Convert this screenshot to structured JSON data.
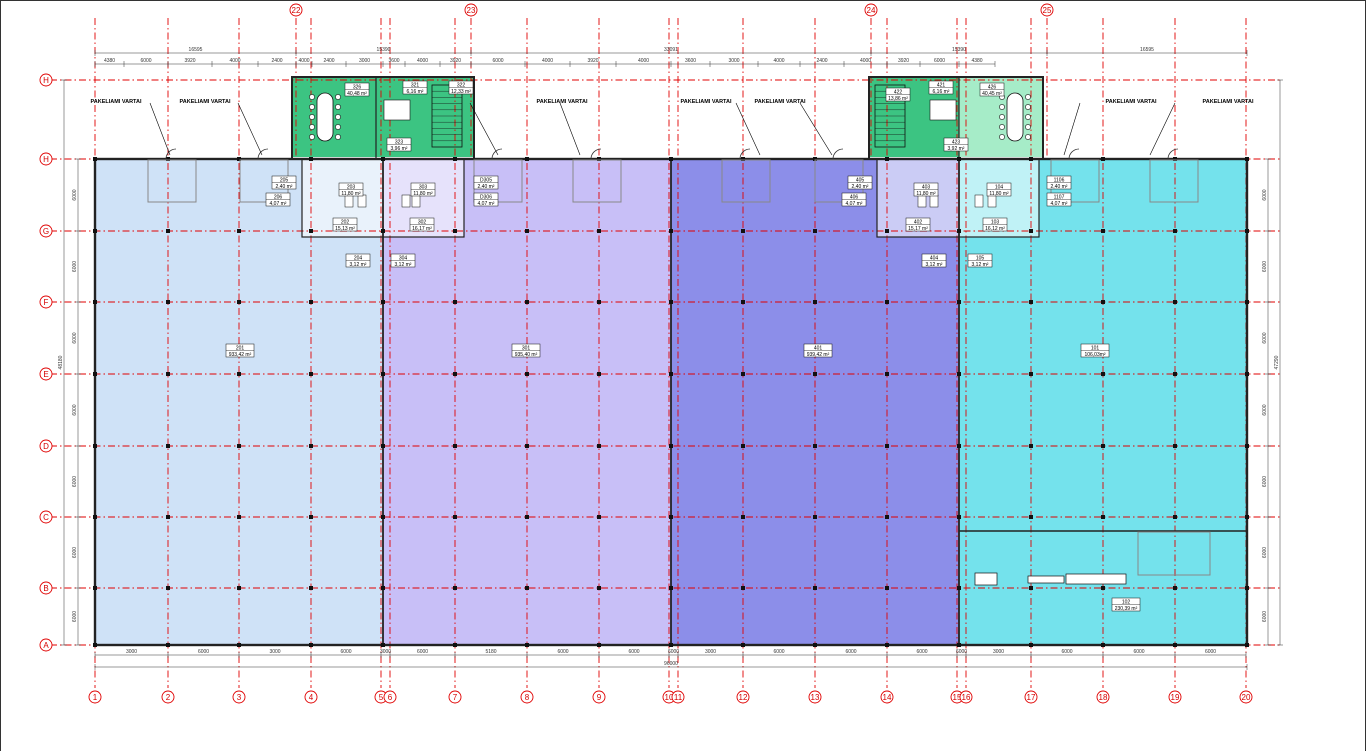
{
  "colors": {
    "grid": "#e00000",
    "unit_2": "#cfe2f7",
    "unit_3": "#c8bff7",
    "unit_4": "#8c8ee9",
    "unit_1": "#74e2ec",
    "office_dark": "#3cc482",
    "office_light": "#a6ecc8",
    "wall": "#222222"
  },
  "axes": {
    "top_circles": [
      "22",
      "23",
      "24",
      "25"
    ],
    "bottom": [
      "1",
      "2",
      "3",
      "4",
      "5",
      "6",
      "7",
      "8",
      "9",
      "10",
      "11",
      "12",
      "13",
      "14",
      "15",
      "16",
      "17",
      "18",
      "19",
      "20"
    ],
    "left": [
      "H",
      "H",
      "G",
      "F",
      "E",
      "D",
      "C",
      "B",
      "A"
    ]
  },
  "dimensions": {
    "top_totals": [
      "16595",
      "15390",
      "33091",
      "15390",
      "16595"
    ],
    "top_segments": [
      "4380",
      "6000",
      "3920",
      "4000",
      "2400",
      "4000",
      "2400",
      "3000",
      "3600",
      "4000",
      "3920",
      "6000",
      "4000",
      "3920",
      "4000",
      "3600",
      "3000",
      "4000",
      "2400",
      "4000",
      "3920",
      "6000",
      "4380"
    ],
    "bottom_segments": [
      "3000",
      "6000",
      "3000",
      "6000",
      "3000",
      "6000",
      "5180",
      "6000",
      "6000",
      "6000",
      "3000",
      "6000",
      "6000",
      "6000",
      "6000",
      "3000",
      "6000",
      "6000",
      "6000",
      "3000"
    ],
    "bottom_total": "96000",
    "left_segments": [
      "6000",
      "6000",
      "6000",
      "6000",
      "6000",
      "6000",
      "6000",
      "6000"
    ],
    "left_total": "48180",
    "right_total": "47290"
  },
  "gate_label": "PAKELIAMI VARTAI",
  "rooms": {
    "r201": {
      "num": "201",
      "area": "933,42 m²"
    },
    "r301": {
      "num": "301",
      "area": "935,40 m²"
    },
    "r401": {
      "num": "401",
      "area": "939,42 m²"
    },
    "r101": {
      "num": "101",
      "area": "106,03m²"
    },
    "r102": {
      "num": "102",
      "area": "230,39 m²"
    },
    "r205": {
      "num": "205",
      "area": "2,40 m²"
    },
    "r206": {
      "num": "206",
      "area": "4,07 m²"
    },
    "r203": {
      "num": "203",
      "area": "11,80 m²"
    },
    "r202": {
      "num": "202",
      "area": "15,13 m²"
    },
    "r204": {
      "num": "204",
      "area": "3,12 m²"
    },
    "r303": {
      "num": "303",
      "area": "11,80 m²"
    },
    "r302": {
      "num": "302",
      "area": "16,17 m²"
    },
    "r304": {
      "num": "304",
      "area": "3,12 m²"
    },
    "r305": {
      "num": "D305",
      "area": "2,40 m²"
    },
    "r306": {
      "num": "D306",
      "area": "4,07 m²"
    },
    "r405": {
      "num": "405",
      "area": "2,40 m²"
    },
    "r406": {
      "num": "406",
      "area": "4,07 m²"
    },
    "r403": {
      "num": "403",
      "area": "11,80 m²"
    },
    "r402": {
      "num": "402",
      "area": "15,17 m²"
    },
    "r404": {
      "num": "404",
      "area": "3,12 m²"
    },
    "r103": {
      "num": "103",
      "area": "16,12 m²"
    },
    "r104": {
      "num": "104",
      "area": "11,80 m²"
    },
    "r105": {
      "num": "105",
      "area": "3,12 m²"
    },
    "r106": {
      "num": "1106",
      "area": "2,40 m²"
    },
    "r107": {
      "num": "1107",
      "area": "4,07 m²"
    },
    "r326": {
      "num": "326",
      "area": "40,48 m²"
    },
    "r321": {
      "num": "321",
      "area": "6,16 m²"
    },
    "r322": {
      "num": "322",
      "area": "12,33 m²"
    },
    "r323": {
      "num": "323",
      "area": "3,96 m²"
    },
    "r426": {
      "num": "426",
      "area": "40,45 m²"
    },
    "r421": {
      "num": "421",
      "area": "6,16 m²"
    },
    "r422": {
      "num": "422",
      "area": "13,86 m²"
    },
    "r423": {
      "num": "423",
      "area": "3,92 m²"
    }
  }
}
